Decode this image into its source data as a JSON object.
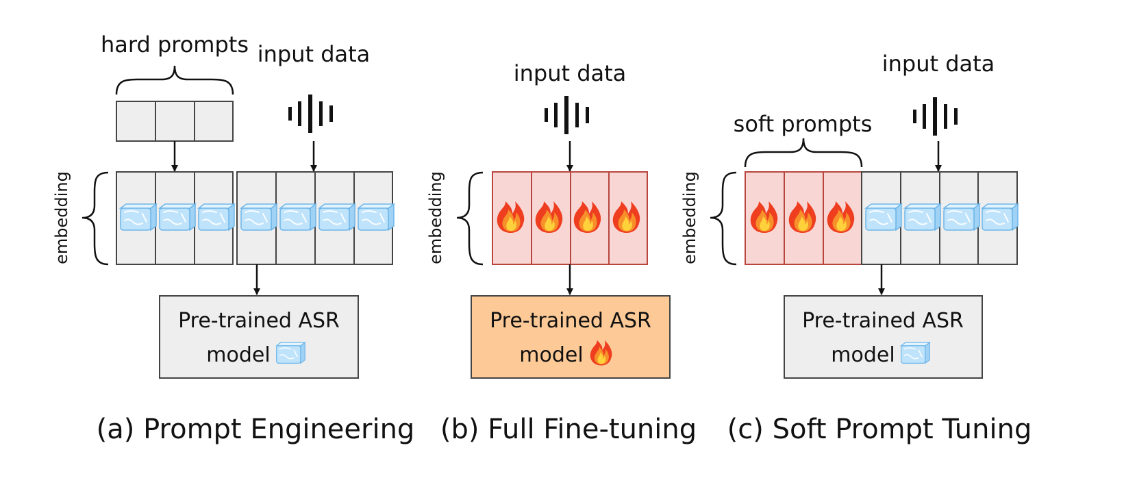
{
  "panels": [
    {
      "caption": "(a) Prompt Engineering",
      "prompt_label": "hard prompts",
      "input_label": "input data",
      "embedding_label": "embedding",
      "model_label_line1": "Pre-trained ASR",
      "model_label_line2": "model",
      "prompt_cells": [
        "",
        "",
        ""
      ],
      "embedding_cells": [
        "ice",
        "ice",
        "ice",
        "ice",
        "ice",
        "ice",
        "ice"
      ],
      "model_icon": "ice-icon",
      "model_fill": "#eeeeee",
      "trainable_fill": "#f8d6d4",
      "frozen_fill": "#eeeeee"
    },
    {
      "caption": "(b) Full Fine-tuning",
      "input_label": "input data",
      "embedding_label": "embedding",
      "model_label_line1": "Pre-trained ASR",
      "model_label_line2": "model",
      "embedding_cells": [
        "fire",
        "fire",
        "fire",
        "fire"
      ],
      "model_icon": "fire-icon",
      "model_fill": "#fdca97"
    },
    {
      "caption": "(c) Soft Prompt Tuning",
      "prompt_label": "soft prompts",
      "input_label": "input data",
      "embedding_label": "embedding",
      "model_label_line1": "Pre-trained ASR",
      "model_label_line2": "model",
      "embedding_cells": [
        "fire",
        "fire",
        "fire",
        "ice",
        "ice",
        "ice",
        "ice"
      ],
      "model_icon": "ice-icon",
      "model_fill": "#eeeeee"
    }
  ],
  "colors": {
    "frozen_cell": "#eeeeee",
    "trainable_cell": "#f8d6d4",
    "trainable_border": "#b8463f",
    "frozen_border": "#444444",
    "model_trainable": "#fdca97"
  }
}
